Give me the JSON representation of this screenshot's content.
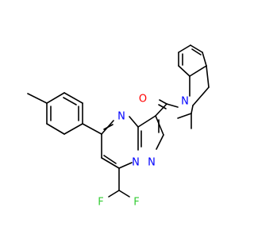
{
  "molecule": {
    "atoms": {
      "n_top": "N",
      "n_bridge": "N",
      "n_pyrazole": "N",
      "o_carbonyl": "O",
      "n_indoline": "N",
      "f_left": "F",
      "f_right": "F"
    },
    "colors": {
      "bond": "#000000",
      "nitrogen": "#0000ff",
      "oxygen": "#ff0000",
      "fluorine": "#33cc33",
      "background": "#ffffff"
    }
  }
}
